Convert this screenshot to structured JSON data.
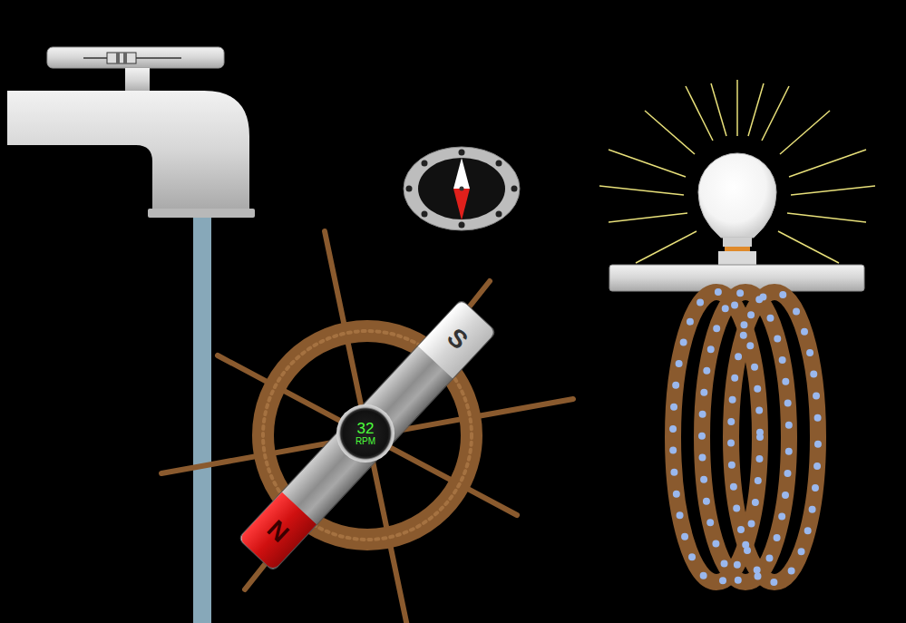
{
  "diagram": {
    "nodes": [
      {
        "text": [
          "S"
        ]
      },
      {
        "text": [
          "32",
          "RPM"
        ]
      },
      {
        "text": [
          "N"
        ]
      }
    ]
  }
}
